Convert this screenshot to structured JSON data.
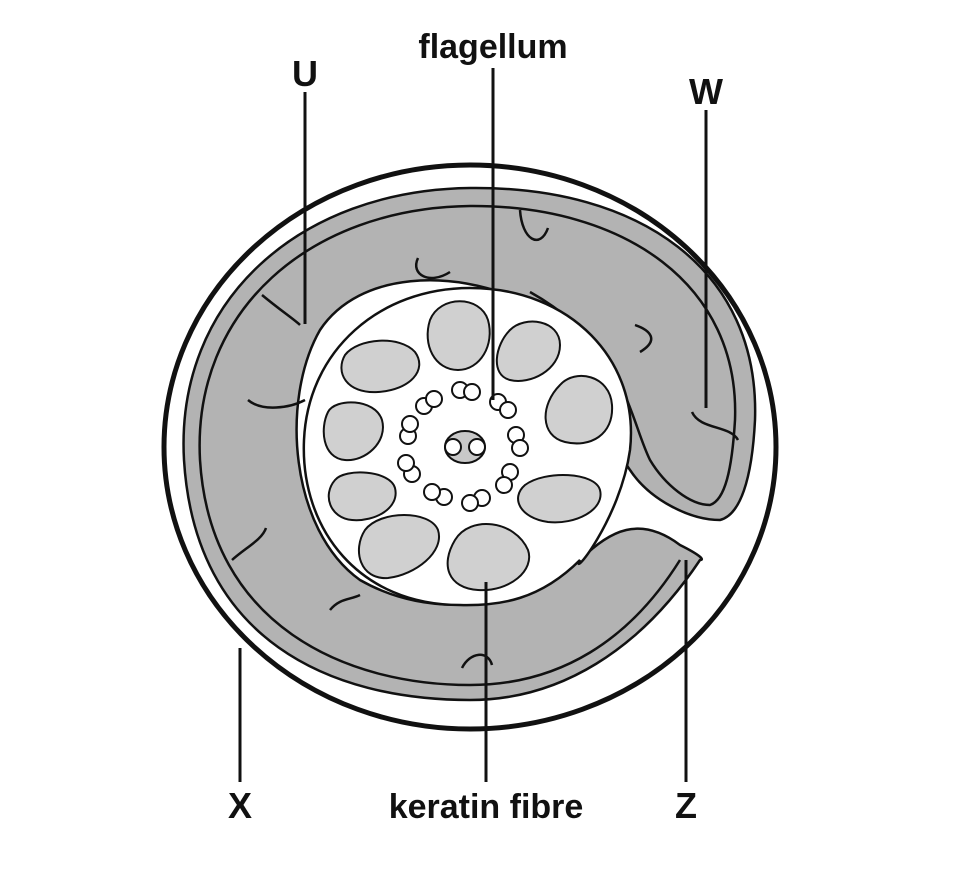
{
  "labels": {
    "flagellum": "flagellum",
    "u": "U",
    "w": "W",
    "x": "X",
    "z": "Z",
    "keratin_fibre": "keratin fibre"
  },
  "colors": {
    "stroke": "#111111",
    "cortex_fill": "#b3b3b3",
    "fibre_fill": "#d0d0d0",
    "core_fill": "#ffffff",
    "axoneme_fill": "#c8c8c8"
  }
}
